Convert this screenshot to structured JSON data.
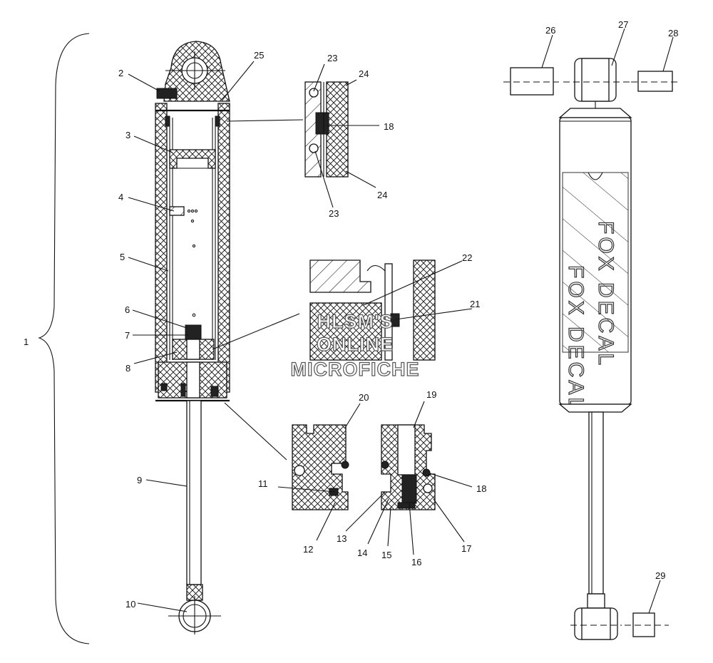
{
  "watermark": {
    "line1": "HLSM'S",
    "line2": "ONLINE",
    "line3": "MICROFICHE"
  },
  "decal": {
    "text_1": "FOX DECAL",
    "text_2": "FOX DECAL"
  },
  "callouts": [
    {
      "id": "c1",
      "label": "1"
    },
    {
      "id": "c2",
      "label": "2"
    },
    {
      "id": "c3",
      "label": "3"
    },
    {
      "id": "c4",
      "label": "4"
    },
    {
      "id": "c5",
      "label": "5"
    },
    {
      "id": "c6",
      "label": "6"
    },
    {
      "id": "c7",
      "label": "7"
    },
    {
      "id": "c8",
      "label": "8"
    },
    {
      "id": "c9",
      "label": "9"
    },
    {
      "id": "c10",
      "label": "10"
    },
    {
      "id": "c11",
      "label": "11"
    },
    {
      "id": "c12",
      "label": "12"
    },
    {
      "id": "c13",
      "label": "13"
    },
    {
      "id": "c14",
      "label": "14"
    },
    {
      "id": "c15",
      "label": "15"
    },
    {
      "id": "c16",
      "label": "16"
    },
    {
      "id": "c17",
      "label": "17"
    },
    {
      "id": "c18a",
      "label": "18"
    },
    {
      "id": "c18b",
      "label": "18"
    },
    {
      "id": "c19",
      "label": "19"
    },
    {
      "id": "c20",
      "label": "20"
    },
    {
      "id": "c21",
      "label": "21"
    },
    {
      "id": "c22",
      "label": "22"
    },
    {
      "id": "c23a",
      "label": "23"
    },
    {
      "id": "c23b",
      "label": "23"
    },
    {
      "id": "c24a",
      "label": "24"
    },
    {
      "id": "c24b",
      "label": "24"
    },
    {
      "id": "c25",
      "label": "25"
    },
    {
      "id": "c26",
      "label": "26"
    },
    {
      "id": "c27",
      "label": "27"
    },
    {
      "id": "c28",
      "label": "28"
    },
    {
      "id": "c29",
      "label": "29"
    }
  ]
}
